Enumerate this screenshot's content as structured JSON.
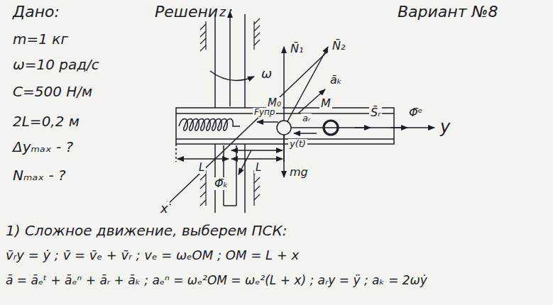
{
  "diagram": {
    "title": "Решение:",
    "labels": [
      "Дано:",
      "m=1 кг",
      "ω=10 рад/с",
      "C=500 Н/м",
      "2L=0,2 м",
      "Δyₘₐₓ - ?",
      "Nₘₐₓ - ?",
      "Вариант №8",
      "z",
      "ω",
      "N̄₁",
      "N̄₂",
      "āₖ",
      "M₀",
      "M",
      "S̄ᵣ",
      "Φ̄ᵉ",
      "y",
      "x",
      "Fупр",
      "aᵣ",
      "y(t)",
      "mg",
      "L",
      "L",
      "Φ̄ₖ",
      "1) Сложное движение, выберем ПСК:",
      "v̄ᵣy = ẏ ; v̄ = v̄ₑ + v̄ᵣ ; vₑ = ωₑOM ; OM = L + x",
      "ā = āₑᵗ + āₑⁿ + āᵣ + āₖ ; aₑⁿ = ωₑ²OM = ωₑ²(L + x) ; aᵣy = ÿ ; aₖ = 2ωẏ"
    ]
  }
}
